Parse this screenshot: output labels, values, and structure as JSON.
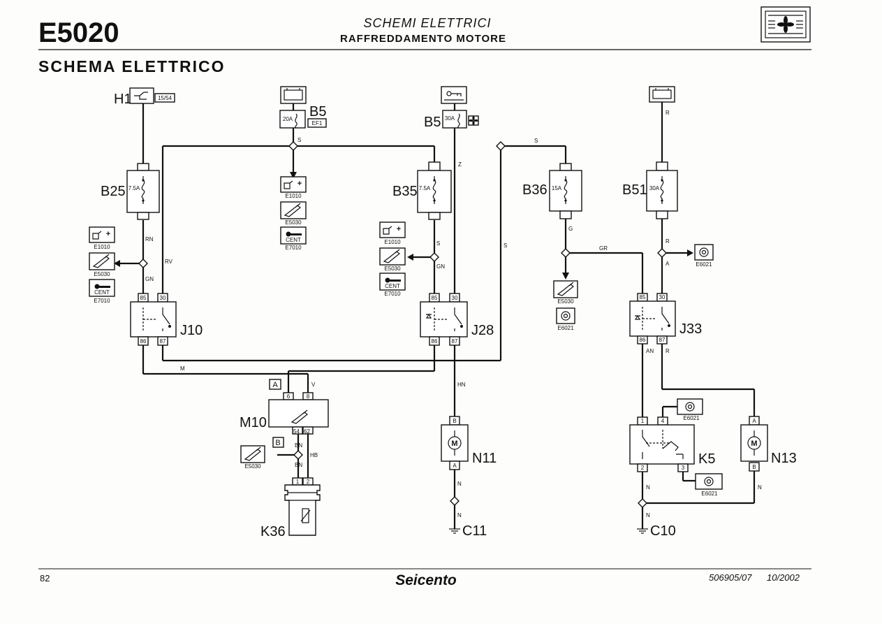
{
  "header": {
    "code": "E5020",
    "title": "SCHEMI ELETTRICI",
    "subtitle": "RAFFREDDAMENTO MOTORE",
    "section": "SCHEMA ELETTRICO"
  },
  "footer": {
    "page": "82",
    "brand": "Seicento",
    "doc_ref": "506905/07",
    "date": "10/2002"
  },
  "components": {
    "h1": "H1",
    "h1_pins": "15/54",
    "b5": "B5",
    "b5_fuse": "20A",
    "b5_ref": "EF1",
    "b5b": "B5",
    "b5b_fuse": "30A",
    "b25": "B25",
    "b25_fuse": "7.5A",
    "b35": "B35",
    "b35_fuse": "7.5A",
    "b36": "B36",
    "b36_fuse": "15A",
    "b51": "B51",
    "b51_fuse": "30A",
    "j10": "J10",
    "j28": "J28",
    "j33": "J33",
    "m10": "M10",
    "n11": "N11",
    "n13": "N13",
    "k5": "K5",
    "k36": "K36",
    "c11": "C11",
    "c10": "C10"
  },
  "refs": {
    "e1010": "E1010",
    "e5030": "E5030",
    "e7010": "E7010",
    "e6021": "E6021"
  },
  "pins": {
    "p85": "85",
    "p30": "30",
    "p86": "86",
    "p87": "87",
    "m6": "6",
    "m8": "8",
    "m54": "54",
    "m62": "62",
    "conn_a": "A",
    "conn_b": "B",
    "n_b": "B",
    "n_a": "A",
    "k1": "1",
    "k2": "2",
    "k3": "3",
    "k4": "4"
  },
  "wires": {
    "s": "S",
    "z": "Z",
    "r": "R",
    "g": "G",
    "gr": "GR",
    "rn": "RN",
    "gn": "GN",
    "rv": "RV",
    "m": "M",
    "v": "V",
    "bn": "BN",
    "hn": "HN",
    "hb": "HB",
    "an": "AN",
    "n": "N",
    "a": "A"
  },
  "icon_labels": {
    "ecu": "CENT"
  }
}
